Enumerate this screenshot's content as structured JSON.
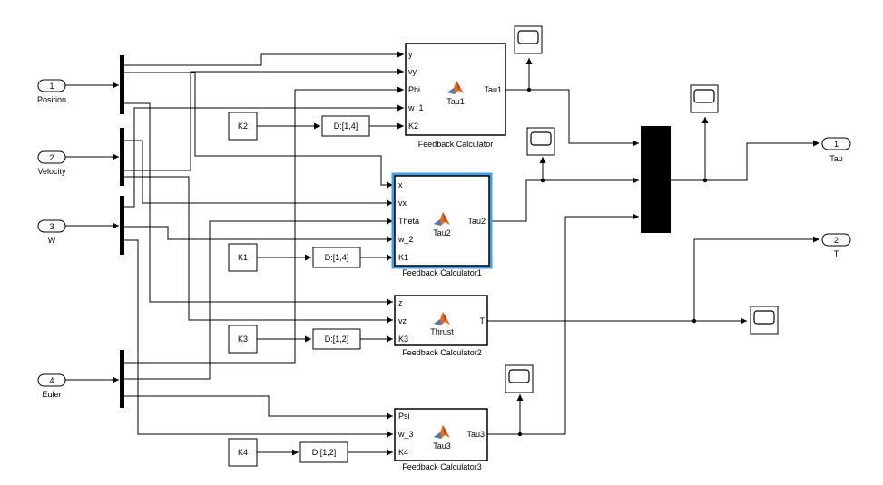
{
  "inports": [
    {
      "num": "1",
      "name": "Position"
    },
    {
      "num": "2",
      "name": "Velocity"
    },
    {
      "num": "3",
      "name": "W"
    },
    {
      "num": "4",
      "name": "Euler"
    }
  ],
  "outports": [
    {
      "num": "1",
      "name": "Tau"
    },
    {
      "num": "2",
      "name": "T"
    }
  ],
  "gains": {
    "k1": "K1",
    "k2": "K2",
    "k3": "K3",
    "k4": "K4"
  },
  "delays": {
    "d1": "D:[1,4]",
    "d2": "D:[1,4]",
    "d3": "D:[1,2]",
    "d4": "D:[1,2]"
  },
  "blocks": {
    "fc": {
      "name": "Feedback Calculator",
      "center": "Tau1",
      "inputs": [
        "y",
        "vy",
        "Phi",
        "w_1",
        "K2"
      ],
      "output": "Tau1"
    },
    "fc1": {
      "name": "Feedback Calculator1",
      "center": "Tau2",
      "inputs": [
        "x",
        "vx",
        "Theta",
        "w_2",
        "K1"
      ],
      "output": "Tau2"
    },
    "fc2": {
      "name": "Feedback Calculator2",
      "center": "Thrust",
      "inputs": [
        "z",
        "vz",
        "K3"
      ],
      "output": "T"
    },
    "fc3": {
      "name": "Feedback Calculator3",
      "center": "Tau3",
      "inputs": [
        "Psi",
        "w_3",
        "K4"
      ],
      "output": "Tau3"
    }
  },
  "colors": {
    "selection": "#3fa0e6",
    "matlab_icon": "#e86a1b"
  }
}
